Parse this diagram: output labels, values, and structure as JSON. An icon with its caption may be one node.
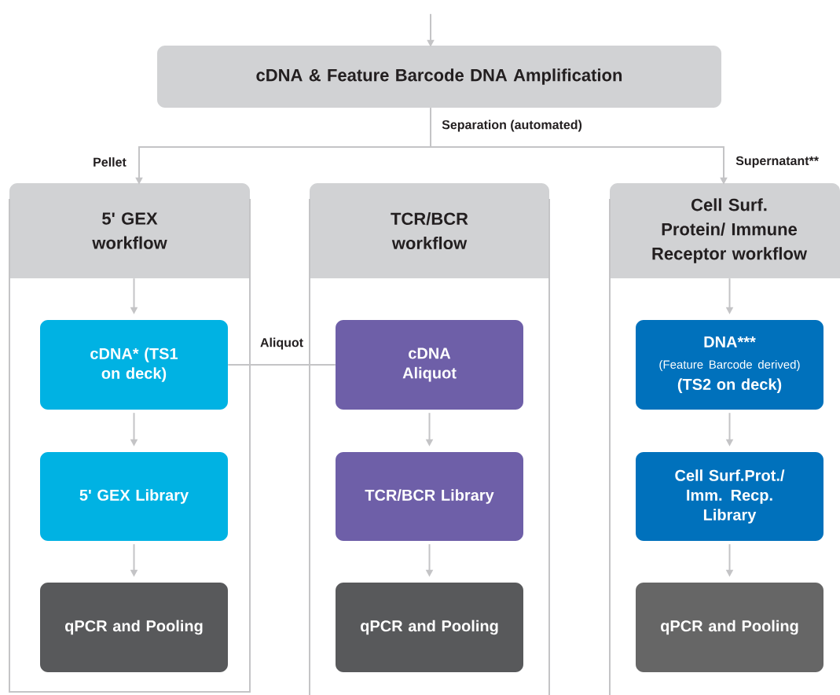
{
  "diagram": {
    "nodes": [
      {
        "text": [
          "cDNA & Feature Barcode DNA Amplification"
        ]
      },
      {
        "text": [],
        "shape": "box"
      },
      {
        "text": [
          "5' GEX workflow"
        ],
        "in": 1
      },
      {
        "text": [],
        "shape": "box"
      },
      {
        "text": [
          "TCR/BCR workflow"
        ],
        "in": 3
      },
      {
        "text": [],
        "shape": "box"
      },
      {
        "text": [
          "Cell Surf. Protein/ Immune Receptor workflow"
        ],
        "in": 5
      },
      {
        "text": [
          "cDNA* (TS1 on deck)"
        ],
        "in": 1
      },
      {
        "text": [
          "5' GEX Library"
        ],
        "in": 1
      },
      {
        "text": [
          "qPCR and Pooling"
        ],
        "in": 1
      },
      {
        "text": [
          "cDNA Aliquot"
        ],
        "in": 3
      },
      {
        "text": [
          "TCR/BCR Library"
        ],
        "in": 3
      },
      {
        "text": [
          "qPCR and Pooling"
        ],
        "in": 3
      },
      {
        "text": [
          "DNA***",
          "(Feature Barcode derived)",
          "(TS2 on deck)"
        ],
        "in": 5
      },
      {
        "text": [
          "Cell Surf.Prot./ Imm. Recp. Library"
        ],
        "in": 5
      },
      {
        "text": [
          "qPCR and Pooling"
        ],
        "in": 5
      }
    ],
    "edges": [
      {
        "from": null,
        "to": 0,
        "arrow": "to"
      },
      {
        "from": 0,
        "to": 2,
        "arrow": "to",
        "label": "Pellet"
      },
      {
        "from": 0,
        "to": 6,
        "arrow": "to",
        "label": "Supernatant**"
      },
      {
        "from": 2,
        "to": 7,
        "arrow": "to"
      },
      {
        "from": 7,
        "to": 8,
        "arrow": "to"
      },
      {
        "from": 8,
        "to": 9,
        "arrow": "to"
      },
      {
        "from": 7,
        "to": 10,
        "arrow": "none",
        "label": "Aliquot"
      },
      {
        "from": 10,
        "to": 11,
        "arrow": "to"
      },
      {
        "from": 11,
        "to": 12,
        "arrow": "to"
      },
      {
        "from": 6,
        "to": 13,
        "arrow": "to"
      },
      {
        "from": 13,
        "to": 14,
        "arrow": "to"
      },
      {
        "from": 14,
        "to": 15,
        "arrow": "to"
      }
    ],
    "labels": [
      "Separation (automated)"
    ]
  }
}
